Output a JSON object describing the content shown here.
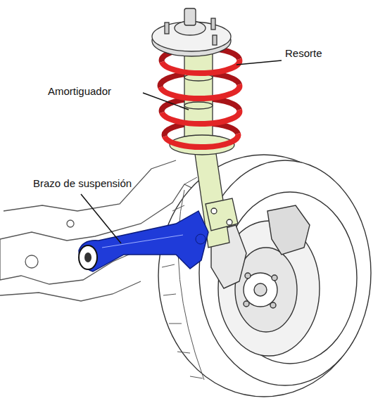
{
  "diagram": {
    "labels": [
      "Resorte",
      "Amortiguador",
      "Brazo de suspensión"
    ]
  }
}
